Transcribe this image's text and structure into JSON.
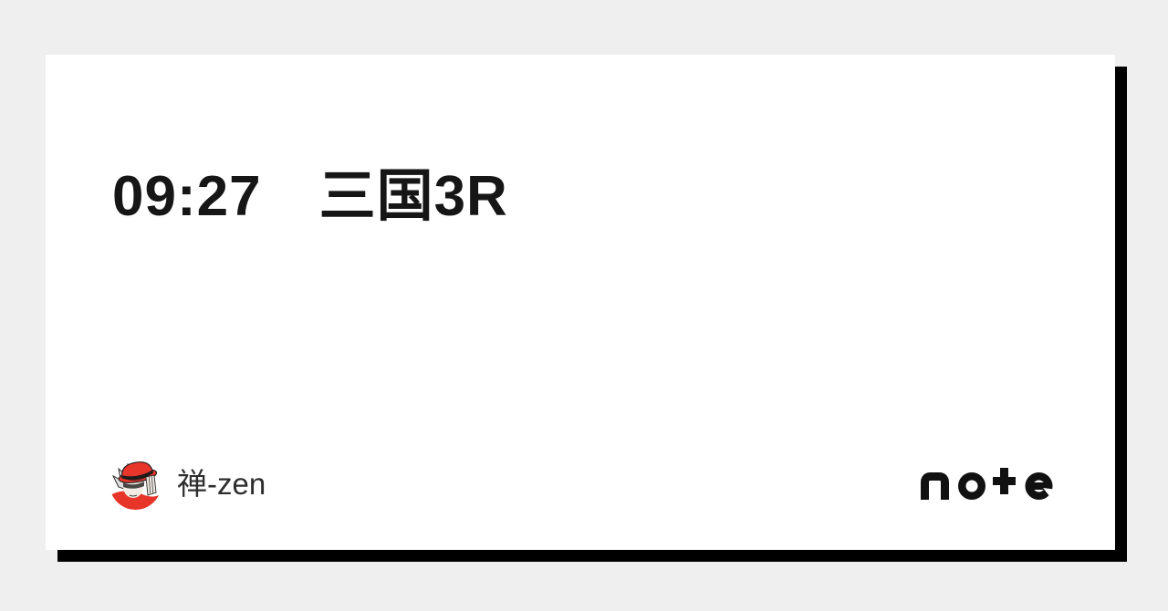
{
  "colors": {
    "page_background": "#efefef",
    "card_background": "#ffffff",
    "card_shadow": "#000000",
    "title_text": "#161616",
    "author_text": "#2d2d2d",
    "logo_color": "#111111",
    "avatar_red": "#e8352a",
    "avatar_dark": "#1c1c1c",
    "avatar_skin": "#f3ece4",
    "avatar_hair": "#dedede"
  },
  "card": {
    "title": "09:27　三国3R"
  },
  "footer": {
    "author": {
      "name": "禅-zen",
      "avatar_icon": "red-hat-character-avatar"
    },
    "brand": {
      "name": "note",
      "logo_text": "no+e"
    }
  }
}
